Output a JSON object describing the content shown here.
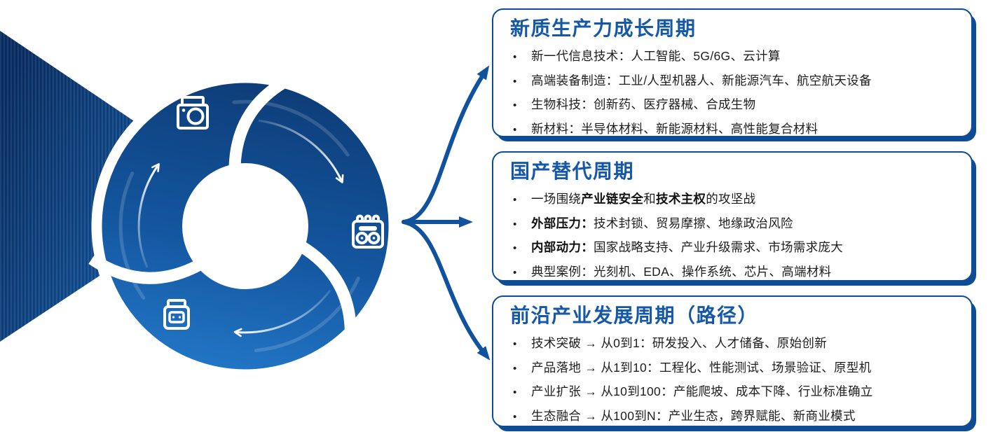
{
  "bullet_glyph": "•",
  "colors": {
    "title_blue": "#1558A7",
    "card_border_blue": "#0D4D95",
    "branch_arrow_blue": "#11529F",
    "donut_dark": "#0D3C76",
    "donut_mid": "#14569F",
    "donut_light": "#2379C9",
    "funnel_dark": "#0B3066",
    "funnel_light": "#1A69B6",
    "body_text": "#1e1e1e",
    "icon_stroke": "#ffffff"
  },
  "cycle": {
    "icons": [
      {
        "name": "camera-icon",
        "position": "top-left"
      },
      {
        "name": "radio-icon",
        "position": "right"
      },
      {
        "name": "jar-icon",
        "position": "bottom-left"
      }
    ],
    "rotation": "clockwise",
    "segments": 3
  },
  "panels": [
    {
      "title": "新质生产力成长周期",
      "bullets": [
        [
          {
            "t": "新一代信息技术：人工智能、5G/6G、云计算"
          }
        ],
        [
          {
            "t": "高端装备制造：工业/人型机器人、新能源汽车、航空航天设备"
          }
        ],
        [
          {
            "t": "生物科技：创新药、医疗器械、合成生物"
          }
        ],
        [
          {
            "t": "新材料：半导体材料、新能源材料、高性能复合材料"
          }
        ]
      ]
    },
    {
      "title": "国产替代周期",
      "bullets": [
        [
          {
            "t": "一场围绕"
          },
          {
            "t": "产业链安全",
            "b": true
          },
          {
            "t": "和"
          },
          {
            "t": "技术主权",
            "b": true
          },
          {
            "t": "的攻坚战"
          }
        ],
        [
          {
            "t": "外部压力：",
            "b": true
          },
          {
            "t": "技术封锁、贸易摩擦、地缘政治风险"
          }
        ],
        [
          {
            "t": "内部动力：",
            "b": true
          },
          {
            "t": "国家战略支持、产业升级需求、市场需求庞大"
          }
        ],
        [
          {
            "t": "典型案例：光刻机、EDA、操作系统、芯片、高端材料"
          }
        ]
      ]
    },
    {
      "title": "前沿产业发展周期（路径）",
      "bullets": [
        [
          {
            "t": "技术突破 → 从0到1：研发投入、人才储备、原始创新"
          }
        ],
        [
          {
            "t": "产品落地 → 从1到10：工程化、性能测试、场景验证、原型机"
          }
        ],
        [
          {
            "t": "产业扩张 → 从10到100：产能爬坡、成本下降、行业标准确立"
          }
        ],
        [
          {
            "t": "生态融合 → 从100到N：产业生态，跨界赋能、新商业模式"
          }
        ]
      ]
    }
  ]
}
